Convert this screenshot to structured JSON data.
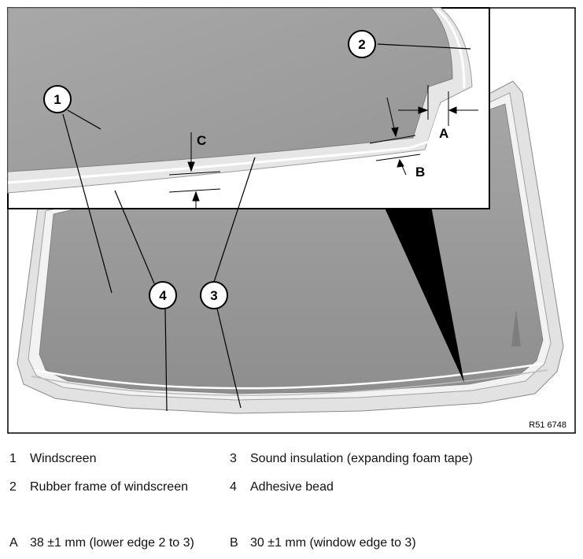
{
  "figure": {
    "reference": "R51 6748",
    "callouts": [
      "1",
      "2",
      "3",
      "4"
    ],
    "dimension_letters": [
      "A",
      "B",
      "C"
    ]
  },
  "legend": {
    "items": [
      {
        "num": "1",
        "text": "Windscreen"
      },
      {
        "num": "3",
        "text": "Sound insulation (expanding foam tape)"
      },
      {
        "num": "2",
        "text": "Rubber frame of windscreen"
      },
      {
        "num": "4",
        "text": "Adhesive bead"
      }
    ],
    "dimensions": [
      {
        "letter": "A",
        "text": "38 ±1 mm (lower edge 2 to 3)"
      },
      {
        "letter": "B",
        "text": "30 ±1 mm (window edge to 3)"
      }
    ]
  },
  "colors": {
    "glass": "#9a9a9a",
    "frame": "#d6d6d6",
    "outline": "#000000"
  }
}
